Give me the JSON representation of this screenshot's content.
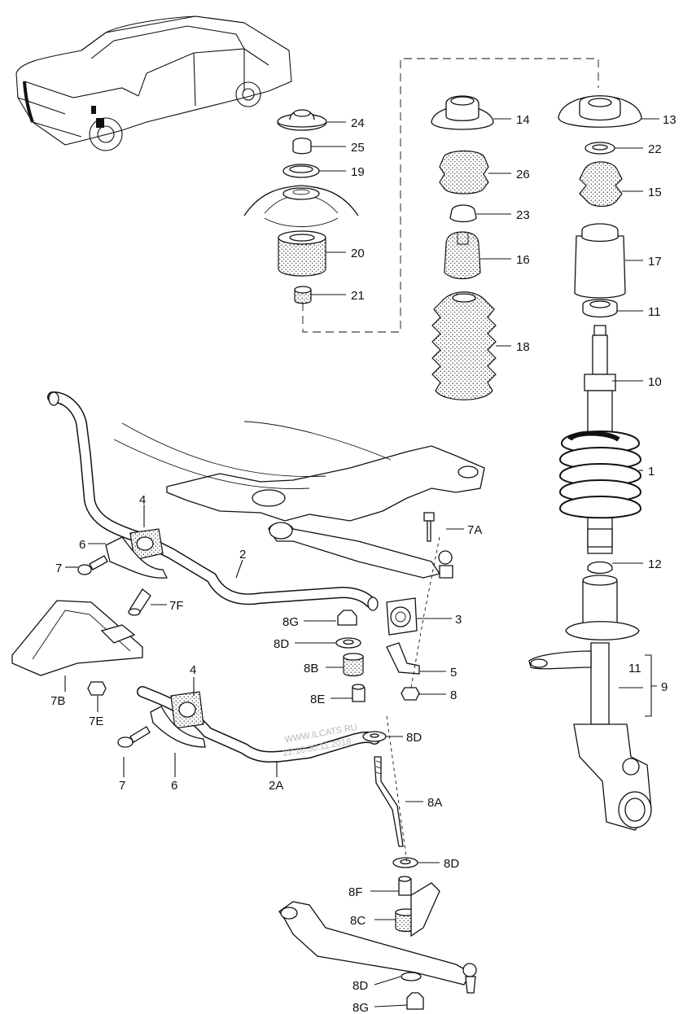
{
  "diagram": {
    "watermark_lines": [
      "WWW.ILCATS.RU",
      "22.10.30.11.2018"
    ],
    "callouts": [
      {
        "id": "24",
        "text": "24"
      },
      {
        "id": "25",
        "text": "25"
      },
      {
        "id": "19",
        "text": "19"
      },
      {
        "id": "20",
        "text": "20"
      },
      {
        "id": "21",
        "text": "21"
      },
      {
        "id": "14",
        "text": "14"
      },
      {
        "id": "26",
        "text": "26"
      },
      {
        "id": "23",
        "text": "23"
      },
      {
        "id": "16",
        "text": "16"
      },
      {
        "id": "18",
        "text": "18"
      },
      {
        "id": "13",
        "text": "13"
      },
      {
        "id": "22",
        "text": "22"
      },
      {
        "id": "15",
        "text": "15"
      },
      {
        "id": "17",
        "text": "17"
      },
      {
        "id": "11a",
        "text": "11"
      },
      {
        "id": "10",
        "text": "10"
      },
      {
        "id": "1",
        "text": "1"
      },
      {
        "id": "12",
        "text": "12"
      },
      {
        "id": "11b",
        "text": "11"
      },
      {
        "id": "9",
        "text": "9"
      },
      {
        "id": "4a",
        "text": "4"
      },
      {
        "id": "6a",
        "text": "6"
      },
      {
        "id": "7a",
        "text": "7"
      },
      {
        "id": "2",
        "text": "2"
      },
      {
        "id": "7A",
        "text": "7A"
      },
      {
        "id": "7F",
        "text": "7F"
      },
      {
        "id": "3",
        "text": "3"
      },
      {
        "id": "8G1",
        "text": "8G"
      },
      {
        "id": "8D1",
        "text": "8D"
      },
      {
        "id": "8B",
        "text": "8B"
      },
      {
        "id": "5",
        "text": "5"
      },
      {
        "id": "8E",
        "text": "8E"
      },
      {
        "id": "8",
        "text": "8"
      },
      {
        "id": "7B",
        "text": "7B"
      },
      {
        "id": "7E",
        "text": "7E"
      },
      {
        "id": "4b",
        "text": "4"
      },
      {
        "id": "8D2",
        "text": "8D"
      },
      {
        "id": "7b",
        "text": "7"
      },
      {
        "id": "6b",
        "text": "6"
      },
      {
        "id": "2A",
        "text": "2A"
      },
      {
        "id": "8A",
        "text": "8A"
      },
      {
        "id": "8D3",
        "text": "8D"
      },
      {
        "id": "8F",
        "text": "8F"
      },
      {
        "id": "8C",
        "text": "8C"
      },
      {
        "id": "8D4",
        "text": "8D"
      },
      {
        "id": "8G2",
        "text": "8G"
      }
    ]
  }
}
